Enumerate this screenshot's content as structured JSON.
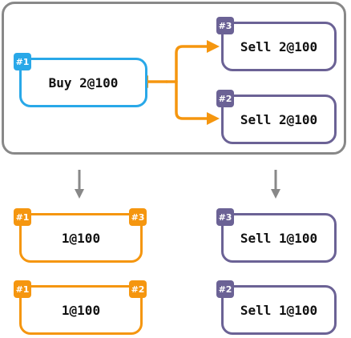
{
  "orders": {
    "buy": {
      "label": "Buy 2@100",
      "badge": "#1"
    },
    "sell_top": {
      "label": "Sell 2@100",
      "badge": "#3"
    },
    "sell_bottom": {
      "label": "Sell 2@100",
      "badge": "#2"
    }
  },
  "results": {
    "fill_1": {
      "label": "1@100",
      "badge_left": "#1",
      "badge_right": "#3"
    },
    "fill_2": {
      "label": "1@100",
      "badge_left": "#1",
      "badge_right": "#2"
    },
    "remaining_1": {
      "label": "Sell 1@100",
      "badge": "#3"
    },
    "remaining_2": {
      "label": "Sell 1@100",
      "badge": "#2"
    }
  },
  "colors": {
    "buy": "#29a8e8",
    "sell": "#6b6295",
    "fill": "#f5960f",
    "frame": "#888888",
    "down_arrow": "#888888"
  }
}
